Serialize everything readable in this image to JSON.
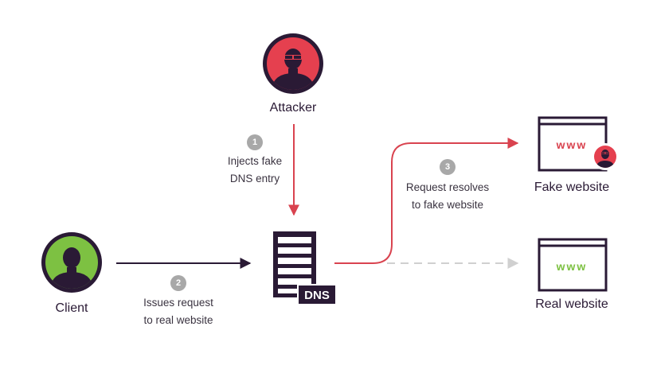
{
  "nodes": {
    "attacker": {
      "label": "Attacker"
    },
    "client": {
      "label": "Client"
    },
    "dns": {
      "label": "DNS"
    },
    "fake_site": {
      "label": "Fake website",
      "screen_text": "www"
    },
    "real_site": {
      "label": "Real website",
      "screen_text": "www"
    }
  },
  "steps": [
    {
      "number": "1",
      "line1": "Injects fake",
      "line2": "DNS entry"
    },
    {
      "number": "2",
      "line1": "Issues request",
      "line2": "to real website"
    },
    {
      "number": "3",
      "line1": "Request resolves",
      "line2": "to fake website"
    }
  ],
  "colors": {
    "dark": "#2a1a35",
    "attacker": "#e5404f",
    "client": "#7dc142",
    "attack_path": "#d9434f",
    "fake_text": "#d9434f",
    "real_text": "#7dc142",
    "dashed": "#d0d0d0",
    "step_badge": "#a8a8a8"
  }
}
